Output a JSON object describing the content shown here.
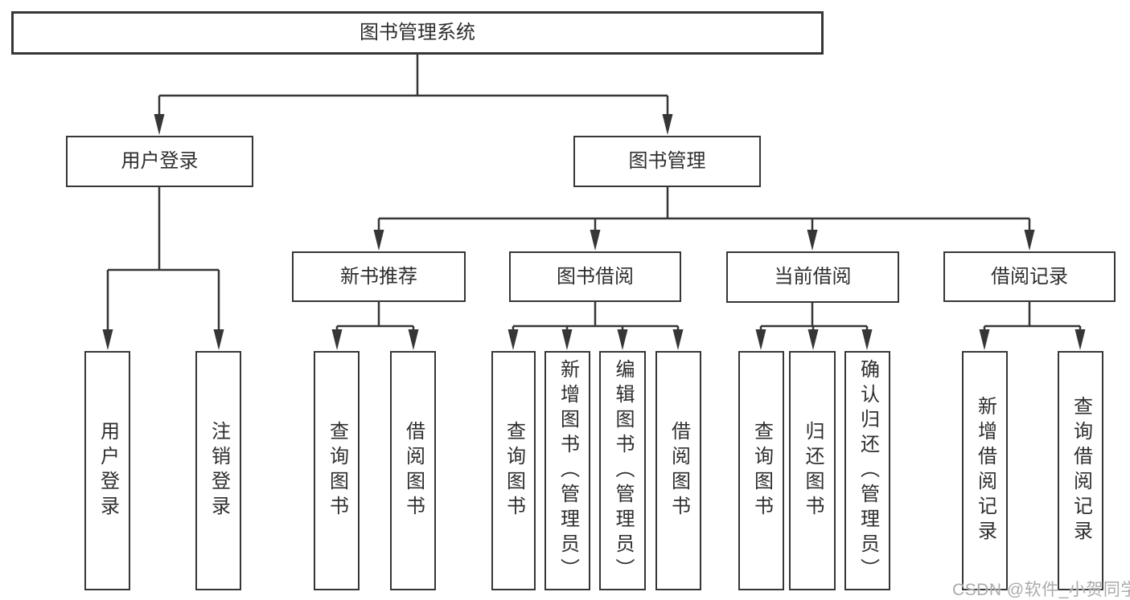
{
  "diagram": {
    "root": "图书管理系统",
    "branches": [
      {
        "label": "用户登录",
        "children": [
          "用户登录",
          "注销登录"
        ]
      },
      {
        "label": "图书管理",
        "children": [
          {
            "label": "新书推荐",
            "children": [
              "查询图书",
              "借阅图书"
            ]
          },
          {
            "label": "图书借阅",
            "children": [
              "查询图书",
              "新增图书（管理员）",
              "编辑图书（管理员）",
              "借阅图书"
            ]
          },
          {
            "label": "当前借阅",
            "children": [
              "查询图书",
              "归还图书",
              "确认归还（管理员）"
            ]
          },
          {
            "label": "借阅记录",
            "children": [
              "新增借阅记录",
              "查询借阅记录"
            ]
          }
        ]
      }
    ]
  },
  "watermark": "CSDN @软件_小贺同学",
  "colors": {
    "line": "#363636",
    "text": "#2e2e2e",
    "wm": "#ababab"
  }
}
